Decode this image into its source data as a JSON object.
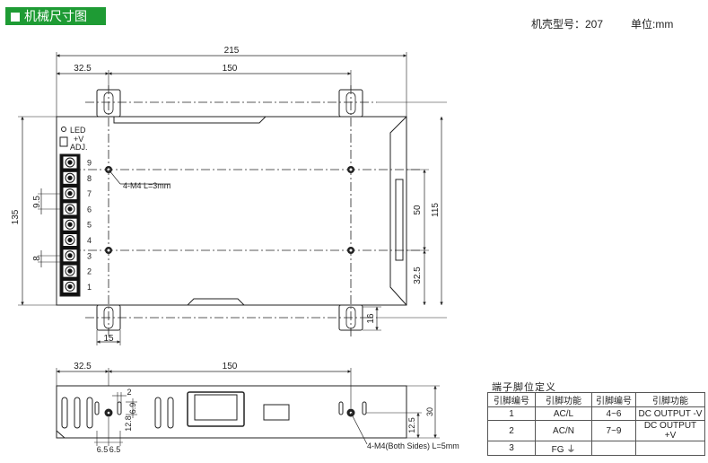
{
  "header": {
    "title": "机械尺寸图"
  },
  "meta": {
    "case_label": "机壳型号：207",
    "unit_label": "单位:mm"
  },
  "top_view": {
    "dim_overall_width": "215",
    "dim_left_offset": "32.5",
    "dim_hole_span": "150",
    "dim_height": "135",
    "dim_hole_vertical": "115",
    "dim_mid": "50",
    "dim_bottom": "32.5",
    "dim_pitch": "9.5",
    "dim_terminal_h": "8",
    "dim_foot_w": "15",
    "dim_foot_right": "16",
    "hole_label": "4-M4 L=3mm",
    "led_label": "LED",
    "vadj_label": "+V",
    "adj_label": "ADJ.",
    "terminal_numbers": [
      "9",
      "8",
      "7",
      "6",
      "5",
      "4",
      "3",
      "2",
      "1"
    ]
  },
  "side_view": {
    "dim_left_offset": "32.5",
    "dim_hole_span": "150",
    "dim_2": "2",
    "dim_6_9": "6.9",
    "dim_12_8": "12.8",
    "dim_6_5a": "6.5",
    "dim_6_5b": "6.5",
    "dim_12_5": "12.5",
    "dim_30": "30",
    "hole_label": "4-M4(Both Sides) L=5mm"
  },
  "pin_table": {
    "title": "端子脚位定义",
    "headers": [
      "引脚编号",
      "引脚功能",
      "引脚编号",
      "引脚功能"
    ],
    "rows": [
      [
        "1",
        "AC/L",
        "4~6",
        "DC OUTPUT -V"
      ],
      [
        "2",
        "AC/N",
        "7~9",
        "DC OUTPUT +V"
      ],
      [
        "3",
        "FG ⏚",
        "",
        ""
      ]
    ]
  }
}
